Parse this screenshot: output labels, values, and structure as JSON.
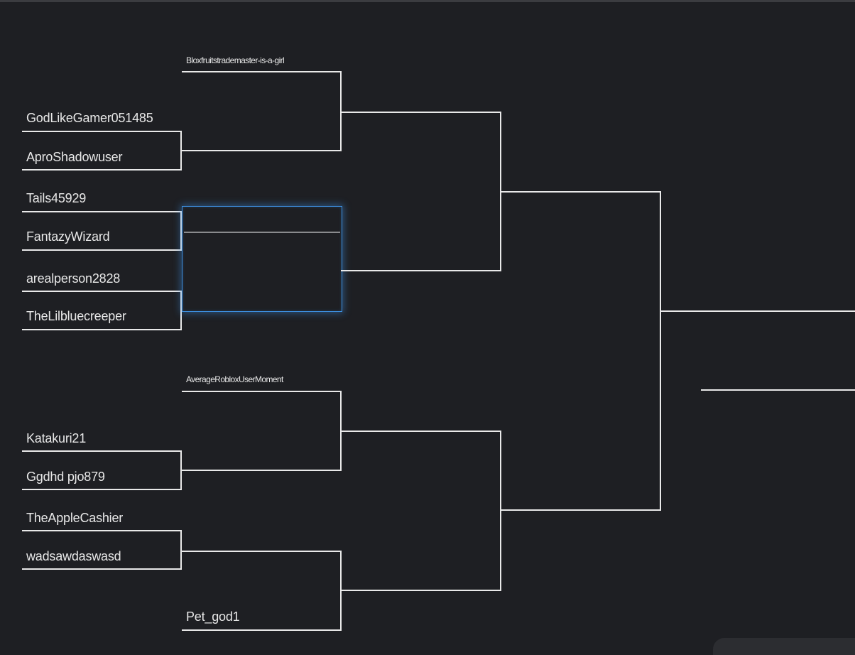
{
  "bracket": {
    "round1": [
      {
        "label": "GodLikeGamer051485"
      },
      {
        "label": "AproShadowuser"
      },
      {
        "label": "Tails45929"
      },
      {
        "label": "FantazyWizard"
      },
      {
        "label": "arealperson2828"
      },
      {
        "label": "TheLilbluecreeper"
      },
      {
        "label": "Katakuri21"
      },
      {
        "label": "Ggdhd pjo879"
      },
      {
        "label": "TheAppleCashier"
      },
      {
        "label": "wadsawdaswasd"
      }
    ],
    "round2": [
      {
        "label": "Bloxfruitstrademaster-is-a-girl"
      },
      {
        "label": "AverageRobloxUserMoment"
      },
      {
        "label": "Pet_god1"
      }
    ]
  },
  "colors": {
    "background": "#1e1f23",
    "line": "#e9e9e9",
    "text": "#e8e8e8",
    "selection": "#3d8fe0"
  }
}
